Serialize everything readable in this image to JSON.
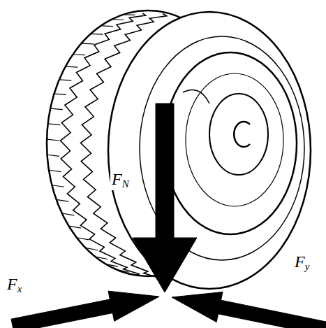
{
  "diagram": {
    "labels": [
      "FN",
      "Fx",
      "Fy"
    ]
  }
}
